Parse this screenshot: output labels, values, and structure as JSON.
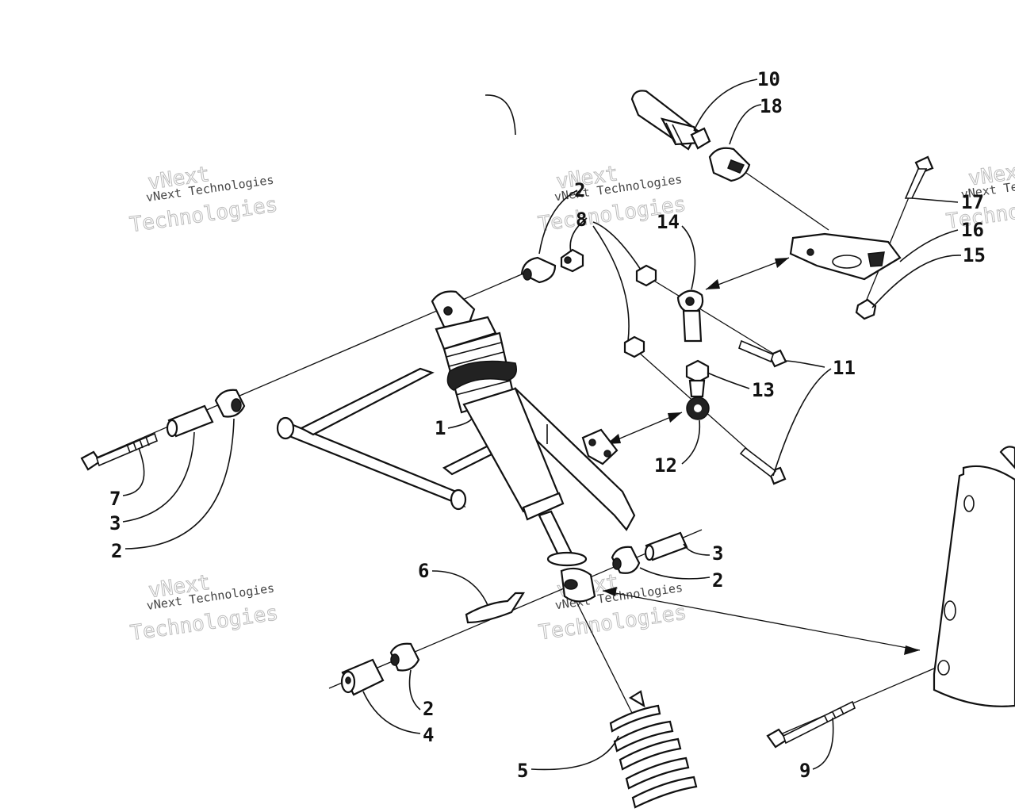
{
  "watermark": {
    "line_small": "vNext Technologies",
    "line_big_1": "vNext",
    "line_big_2": "Technologies",
    "color": "#999999"
  },
  "callouts": {
    "c1": "1",
    "c2a": "2",
    "c2b": "2",
    "c2c": "2",
    "c2d": "2",
    "c3a": "3",
    "c3b": "3",
    "c4": "4",
    "c5": "5",
    "c6": "6",
    "c7": "7",
    "c8": "8",
    "c9": "9",
    "c10": "10",
    "c11": "11",
    "c12": "12",
    "c13": "13",
    "c14": "14",
    "c15": "15",
    "c16": "16",
    "c17": "17",
    "c18": "18"
  },
  "colors": {
    "ink": "#111111",
    "paper": "#ffffff"
  }
}
